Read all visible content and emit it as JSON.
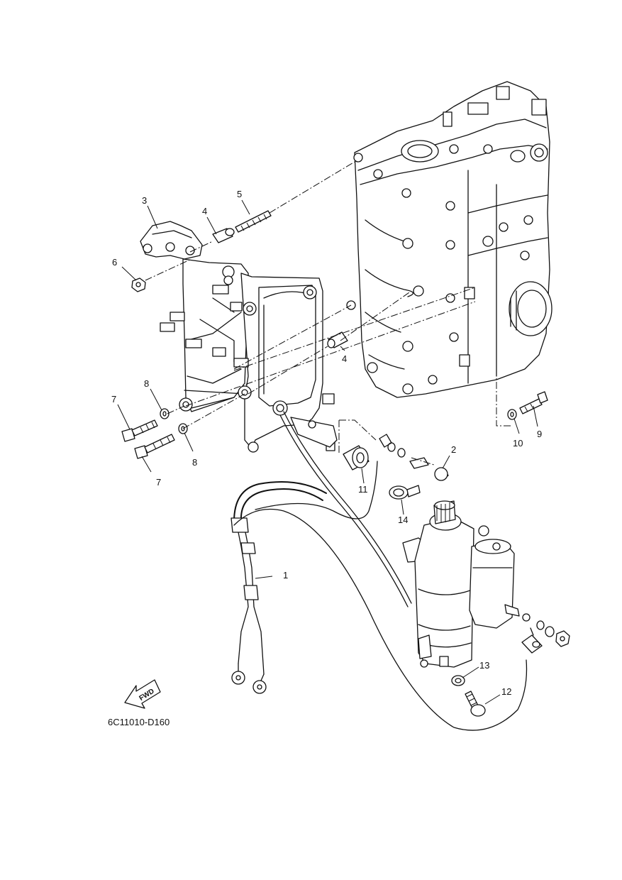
{
  "diagram": {
    "code": "6C11010-D160",
    "fwd_label": "FWD",
    "callouts": [
      {
        "id": "c1",
        "label": "1"
      },
      {
        "id": "c2",
        "label": "2"
      },
      {
        "id": "c3",
        "label": "3"
      },
      {
        "id": "c4a",
        "label": "4"
      },
      {
        "id": "c4b",
        "label": "4"
      },
      {
        "id": "c5",
        "label": "5"
      },
      {
        "id": "c6",
        "label": "6"
      },
      {
        "id": "c7a",
        "label": "7"
      },
      {
        "id": "c7b",
        "label": "7"
      },
      {
        "id": "c8a",
        "label": "8"
      },
      {
        "id": "c8b",
        "label": "8"
      },
      {
        "id": "c9",
        "label": "9"
      },
      {
        "id": "c10",
        "label": "10"
      },
      {
        "id": "c11",
        "label": "11"
      },
      {
        "id": "c12",
        "label": "12"
      },
      {
        "id": "c13",
        "label": "13"
      },
      {
        "id": "c14",
        "label": "14"
      }
    ]
  }
}
